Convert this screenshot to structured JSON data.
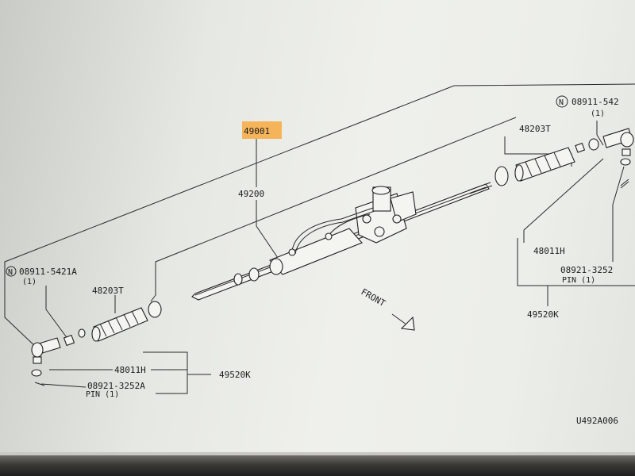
{
  "highlight_color": "#f5b45a",
  "labels": {
    "assembly": "49001",
    "gear": "49200",
    "boot_left": "48203T",
    "boot_right": "48203T",
    "nut_left_code": "08911-5421A",
    "nut_left_qty": "(1)",
    "nut_right_code": "08911-542",
    "nut_right_qty": "(1)",
    "end_left": "48011H",
    "end_right": "48011H",
    "kit_left": "49520K",
    "kit_right": "49520K",
    "pin_left_code": "08921-3252A",
    "pin_left_desc": "PIN (1)",
    "pin_right_code": "08921-3252",
    "pin_right_desc": "PIN (1)",
    "front": "FRONT",
    "drawing_id": "U492A006"
  }
}
